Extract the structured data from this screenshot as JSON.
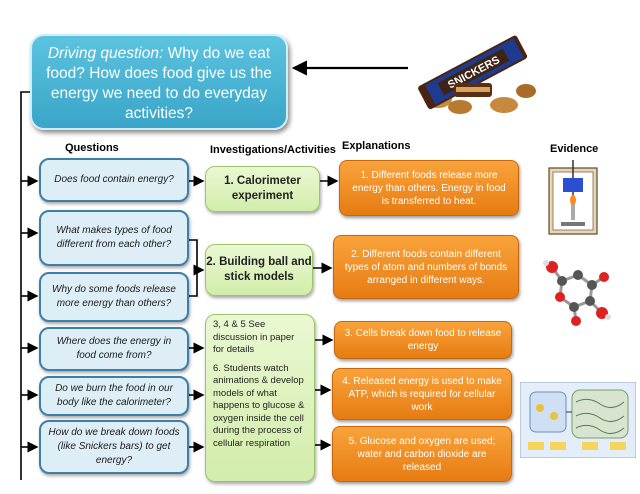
{
  "driving": {
    "label": "Driving question:",
    "text": "Why do we eat food?  How does food give us the energy we need to do everyday activities?"
  },
  "headers": {
    "questions": "Questions",
    "investigations": "Investigations/Activities",
    "explanations": "Explanations",
    "evidence": "Evidence"
  },
  "questions": [
    "Does food contain energy?",
    "What makes types of food different from each other?",
    "Why do some foods release more energy than others?",
    "Where does the energy in food come from?",
    "Do we burn the food in our body like the calorimeter?",
    "How do we break down foods (like Snickers bars) to get energy?"
  ],
  "investigations": {
    "i1": "1. Calorimeter experiment",
    "i2": "2. Building ball and stick models",
    "i3a": "3, 4 & 5 See discussion in paper for details",
    "i3b": "6. Students watch animations & develop models of what happens to glucose & oxygen inside the cell during the process of cellular respiration"
  },
  "explanations": [
    "1. Different foods release more energy than others. Energy in food is transferred to heat.",
    "2. Different foods contain different types of atom and numbers of bonds arranged in different ways.",
    "3. Cells break down food to release energy",
    "4.  Released energy is used to make ATP, which is required for cellular work",
    "5. Glucose and oxygen are used; water and carbon dioxide are released"
  ],
  "images": {
    "snickers_text": "SNICKERS"
  },
  "colors": {
    "driving": "#3aa5c8",
    "question_border": "#3d7fa8",
    "investigation": "#d2edaa",
    "explanation": "#e67c12"
  }
}
